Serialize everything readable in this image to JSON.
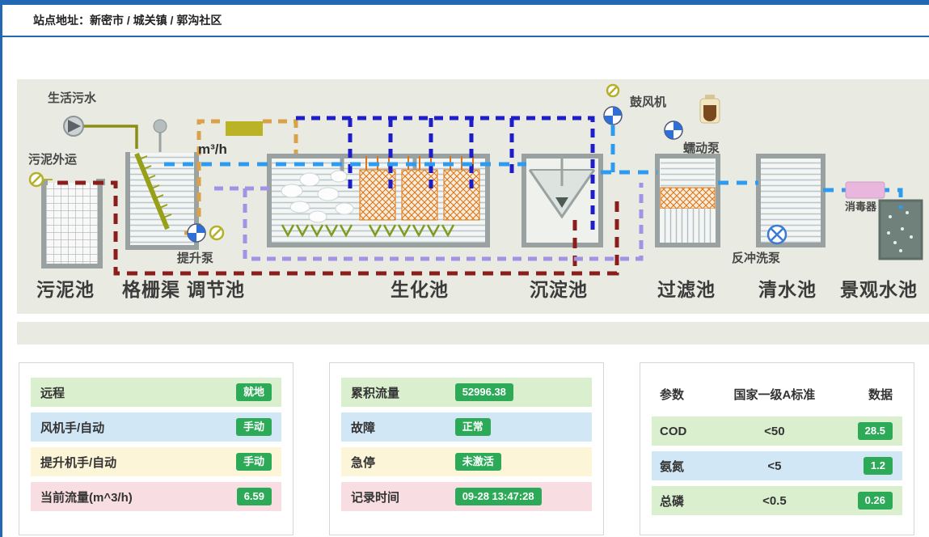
{
  "header": {
    "site_label": "站点地址：新密市 / 城关镇 / 郭沟社区"
  },
  "diagram": {
    "labels": {
      "domestic_sewage": "生活污水",
      "sludge_out": "污泥外运",
      "lift_pump": "提升泵",
      "flow_unit": "m³/h",
      "blower": "鼓风机",
      "peristaltic_pump": "蠕动泵",
      "backwash_pump": "反冲洗泵",
      "disinfector": "消毒器"
    },
    "tanks": [
      "污泥池",
      "格栅渠",
      "调节池",
      "生化池",
      "沉淀池",
      "过滤池",
      "清水池",
      "景观水池"
    ]
  },
  "panel_control": {
    "rows": [
      {
        "label": "远程",
        "value": "就地"
      },
      {
        "label": "风机手/自动",
        "value": "手动"
      },
      {
        "label": "提升机手/自动",
        "value": "手动"
      },
      {
        "label": "当前流量(m^3/h)",
        "value": "6.59"
      }
    ]
  },
  "panel_status": {
    "rows": [
      {
        "label": "累积流量",
        "value": "52996.38"
      },
      {
        "label": "故障",
        "value": "正常"
      },
      {
        "label": "急停",
        "value": "未激活"
      },
      {
        "label": "记录时间",
        "value": "09-28 13:47:28"
      }
    ]
  },
  "panel_quality": {
    "headers": [
      "参数",
      "国家一级A标准",
      "数据"
    ],
    "rows": [
      {
        "param": "COD",
        "standard": "<50",
        "value": "28.5"
      },
      {
        "param": "氨氮",
        "standard": "<5",
        "value": "1.2"
      },
      {
        "param": "总磷",
        "standard": "<0.5",
        "value": "0.26"
      }
    ]
  },
  "colors": {
    "accent_blue": "#2268b4",
    "badge_green": "#2daa57",
    "row_green": "#d9efce",
    "row_blue": "#d2e7f6",
    "row_cream": "#fcf5d8",
    "row_pink": "#f8dee2",
    "diagram_bg": "#e9ebe2"
  }
}
